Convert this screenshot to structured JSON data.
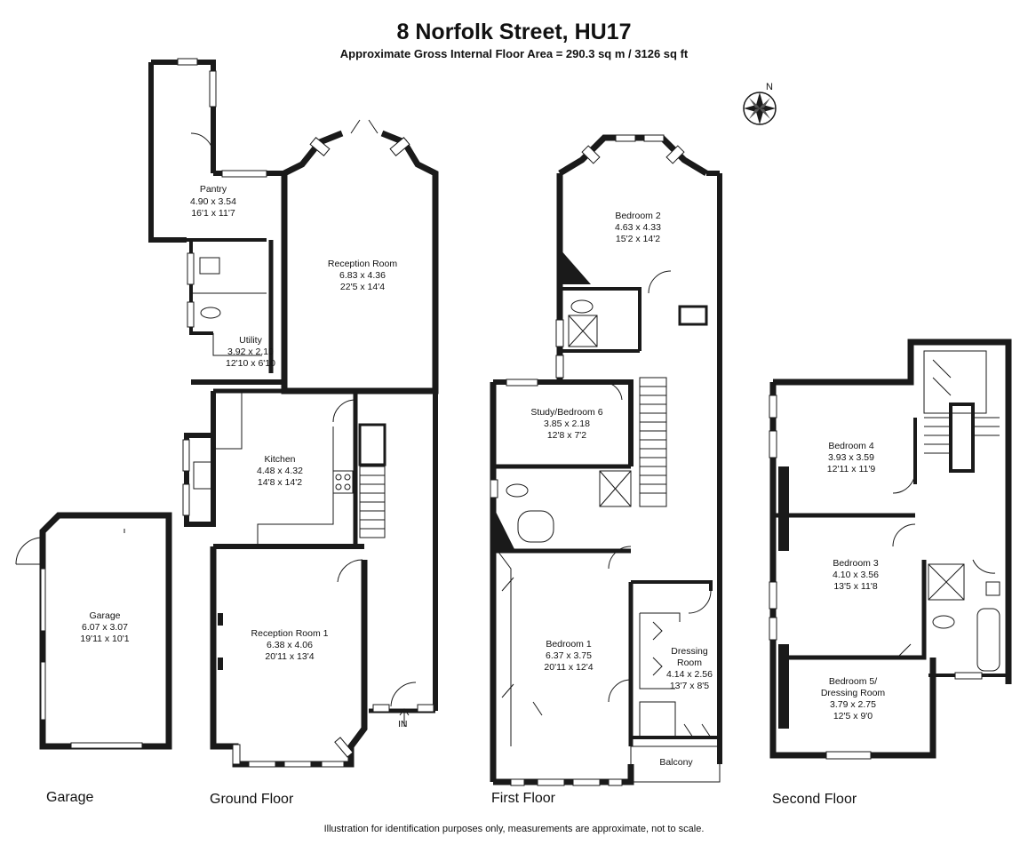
{
  "header": {
    "title": "8 Norfolk Street, HU17",
    "subtitle": "Approximate Gross Internal Floor Area = 290.3 sq m / 3126 sq ft"
  },
  "compass": {
    "letter": "N",
    "icon": "compass-rose-icon"
  },
  "floors": {
    "garage": "Garage",
    "ground": "Ground Floor",
    "first": "First Floor",
    "second": "Second Floor"
  },
  "rooms": {
    "pantry": {
      "name": "Pantry",
      "metric": "4.90 x 3.54",
      "imperial": "16'1 x 11'7"
    },
    "utility": {
      "name": "Utility",
      "metric": "3.92 x 2.10",
      "imperial": "12'10 x 6'10"
    },
    "reception_room": {
      "name": "Reception Room",
      "metric": "6.83 x 4.36",
      "imperial": "22'5 x 14'4"
    },
    "kitchen": {
      "name": "Kitchen",
      "metric": "4.48 x 4.32",
      "imperial": "14'8 x 14'2"
    },
    "reception_room_1": {
      "name": "Reception Room 1",
      "metric": "6.38 x 4.06",
      "imperial": "20'11 x 13'4"
    },
    "garage": {
      "name": "Garage",
      "metric": "6.07 x 3.07",
      "imperial": "19'11 x 10'1"
    },
    "bedroom_2": {
      "name": "Bedroom 2",
      "metric": "4.63 x 4.33",
      "imperial": "15'2 x 14'2"
    },
    "study": {
      "name": "Study/Bedroom 6",
      "metric": "3.85 x 2.18",
      "imperial": "12'8 x 7'2"
    },
    "bedroom_1": {
      "name": "Bedroom 1",
      "metric": "6.37 x 3.75",
      "imperial": "20'11 x 12'4"
    },
    "dressing_room": {
      "name_line1": "Dressing",
      "name_line2": "Room",
      "metric": "4.14 x 2.56",
      "imperial": "13'7 x 8'5"
    },
    "balcony": {
      "name": "Balcony"
    },
    "bedroom_4": {
      "name": "Bedroom 4",
      "metric": "3.93 x 3.59",
      "imperial": "12'11 x 11'9"
    },
    "bedroom_3": {
      "name": "Bedroom 3",
      "metric": "4.10 x 3.56",
      "imperial": "13'5 x 11'8"
    },
    "bedroom_5": {
      "name_line1": "Bedroom 5/",
      "name_line2": "Dressing Room",
      "metric": "3.79 x 2.75",
      "imperial": "12'5 x 9'0"
    }
  },
  "entrance": {
    "label": "IN"
  },
  "footer": {
    "text": "Illustration for identification purposes only, measurements are approximate, not to scale."
  }
}
